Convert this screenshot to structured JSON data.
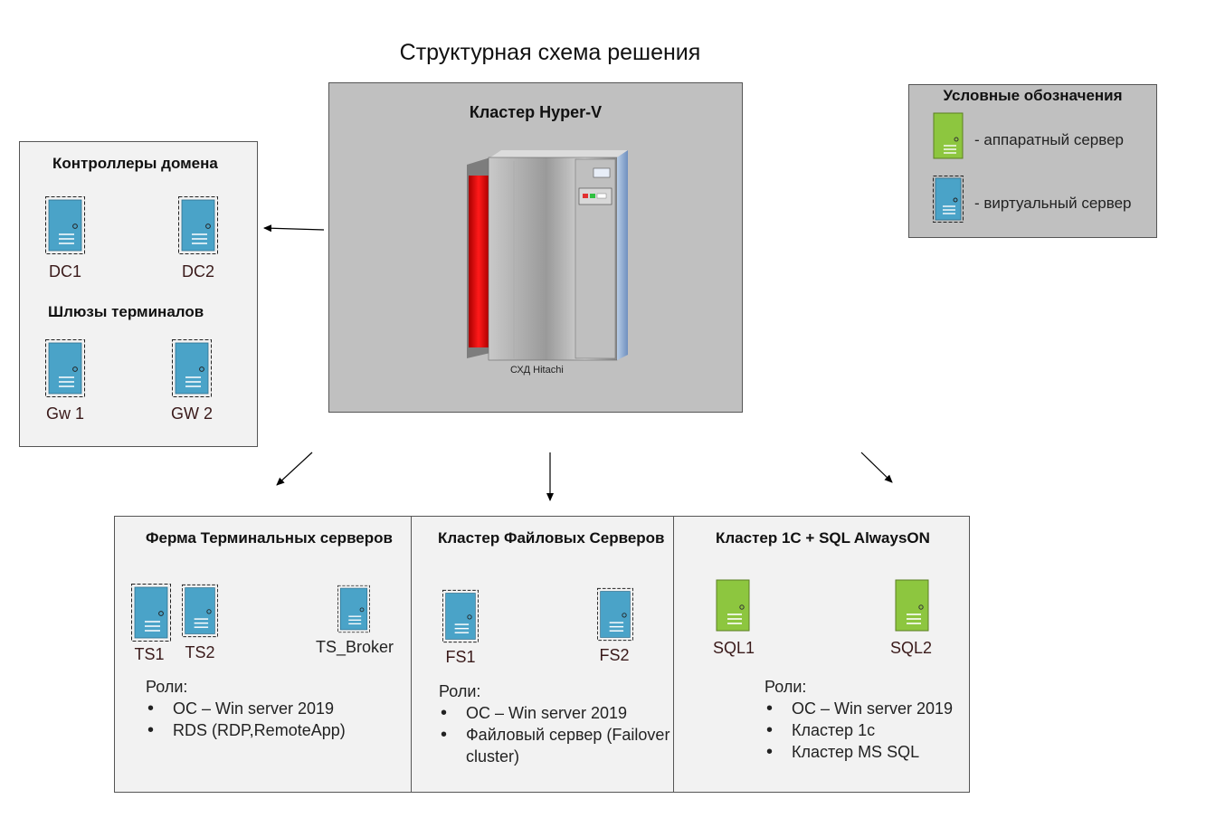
{
  "title": "Структурная схема решения",
  "hyperv": {
    "title": "Кластер Hyper-V",
    "storage_label": "СХД Hitachi"
  },
  "legend": {
    "title": "Условные обозначения",
    "items": [
      {
        "icon": "hardware-server-icon",
        "label": "- аппаратный сервер",
        "color": "#8dc63f"
      },
      {
        "icon": "virtual-server-icon",
        "label": "- виртуальный сервер",
        "color": "#4aa3c8"
      }
    ]
  },
  "domain_controllers": {
    "title": "Контроллеры домена",
    "servers": [
      "DC1",
      "DC2"
    ]
  },
  "gateways": {
    "title": "Шлюзы терминалов",
    "servers": [
      "Gw 1",
      "GW 2"
    ]
  },
  "terminal_farm": {
    "title": "Ферма Терминальных серверов",
    "servers": [
      "TS1",
      "TS2",
      "TS_Broker"
    ],
    "roles_heading": "Роли:",
    "roles": [
      "ОС – Win server 2019",
      "RDS (RDP,RemoteApp)"
    ]
  },
  "file_cluster": {
    "title": "Кластер Файловых Серверов",
    "servers": [
      "FS1",
      "FS2"
    ],
    "roles_heading": "Роли:",
    "roles": [
      "ОС – Win server 2019",
      "Файловый сервер (Failover cluster)"
    ]
  },
  "sql_cluster": {
    "title": "Кластер 1С + SQL AlwaysON",
    "servers": [
      "SQL1",
      "SQL2"
    ],
    "roles_heading": "Роли:",
    "roles": [
      "ОС – Win server 2019",
      "Кластер 1с",
      "Кластер  MS SQL"
    ]
  }
}
